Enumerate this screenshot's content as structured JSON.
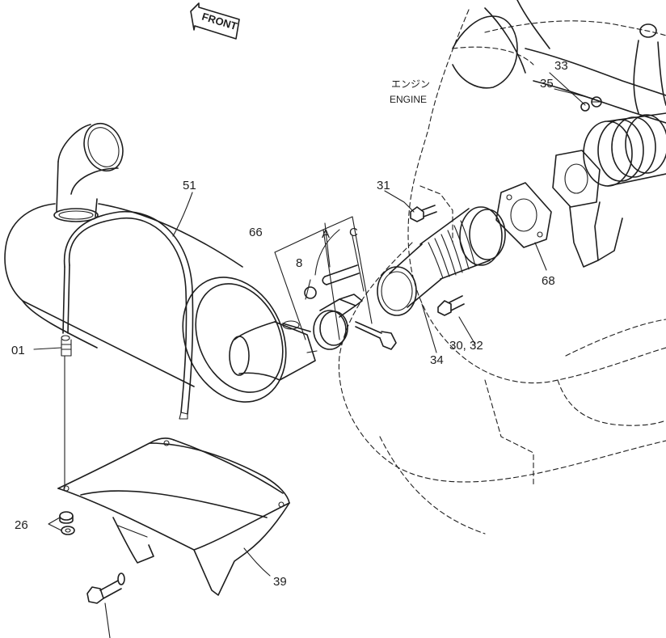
{
  "front_sign": "FRONT",
  "engine_label_jp": "エンジン",
  "engine_label_en": "ENGINE",
  "callouts": {
    "c01": "01",
    "c51": "51",
    "c66": "66",
    "c8": "8",
    "cA": "A",
    "cC": "C",
    "c31": "31",
    "c33": "33",
    "c35": "35",
    "c68": "68",
    "c34": "34",
    "c30_32": "30, 32",
    "c26": "26",
    "c39": "39"
  }
}
